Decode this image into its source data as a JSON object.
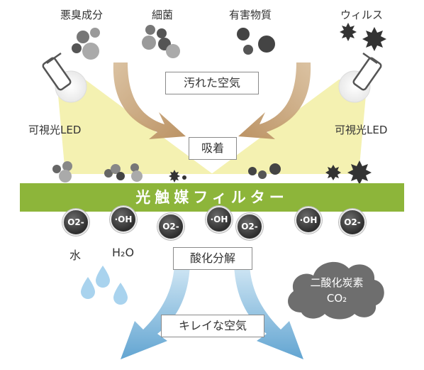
{
  "pollutants": {
    "odor": "悪臭成分",
    "bacteria": "細菌",
    "harmful": "有害物質",
    "virus": "ウィルス"
  },
  "led_left": "可視光LED",
  "led_right": "可視光LED",
  "dirty_air": "汚れた空気",
  "adsorption": "吸着",
  "filter_label": "光触媒フィルター",
  "molecules": [
    "O2-",
    "·OH",
    "O2-",
    "·OH",
    "O2-",
    "·OH",
    "O2-"
  ],
  "water": "水",
  "h2o": "H₂O",
  "oxidation": "酸化分解",
  "co2_line1": "二酸化炭素",
  "co2_line2": "CO₂",
  "clean_air": "キレイな空気",
  "colors": {
    "filter_green": "#8db53a",
    "light_yellow": "#f3f0a8",
    "arrow_brown": "#c9a57a",
    "arrow_blue": "#7fb6d8",
    "drop_blue": "#a9d3ee",
    "cloud_gray": "#6e6e6e"
  }
}
